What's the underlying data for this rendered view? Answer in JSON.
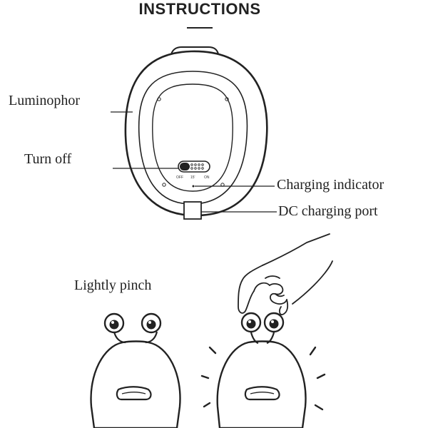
{
  "header": {
    "title": "INSTRUCTIONS"
  },
  "diagram": {
    "labels": {
      "luminophor": "Luminophor",
      "turn_off": "Turn off",
      "charging_indicator": "Charging indicator",
      "dc_port": "DC charging port"
    },
    "switch_marks": {
      "off": "OFF",
      "timer": "15'",
      "on": "ON"
    }
  },
  "usage": {
    "pinch_label": "Lightly pinch"
  },
  "colors": {
    "ink": "#222222",
    "paper": "#ffffff"
  }
}
